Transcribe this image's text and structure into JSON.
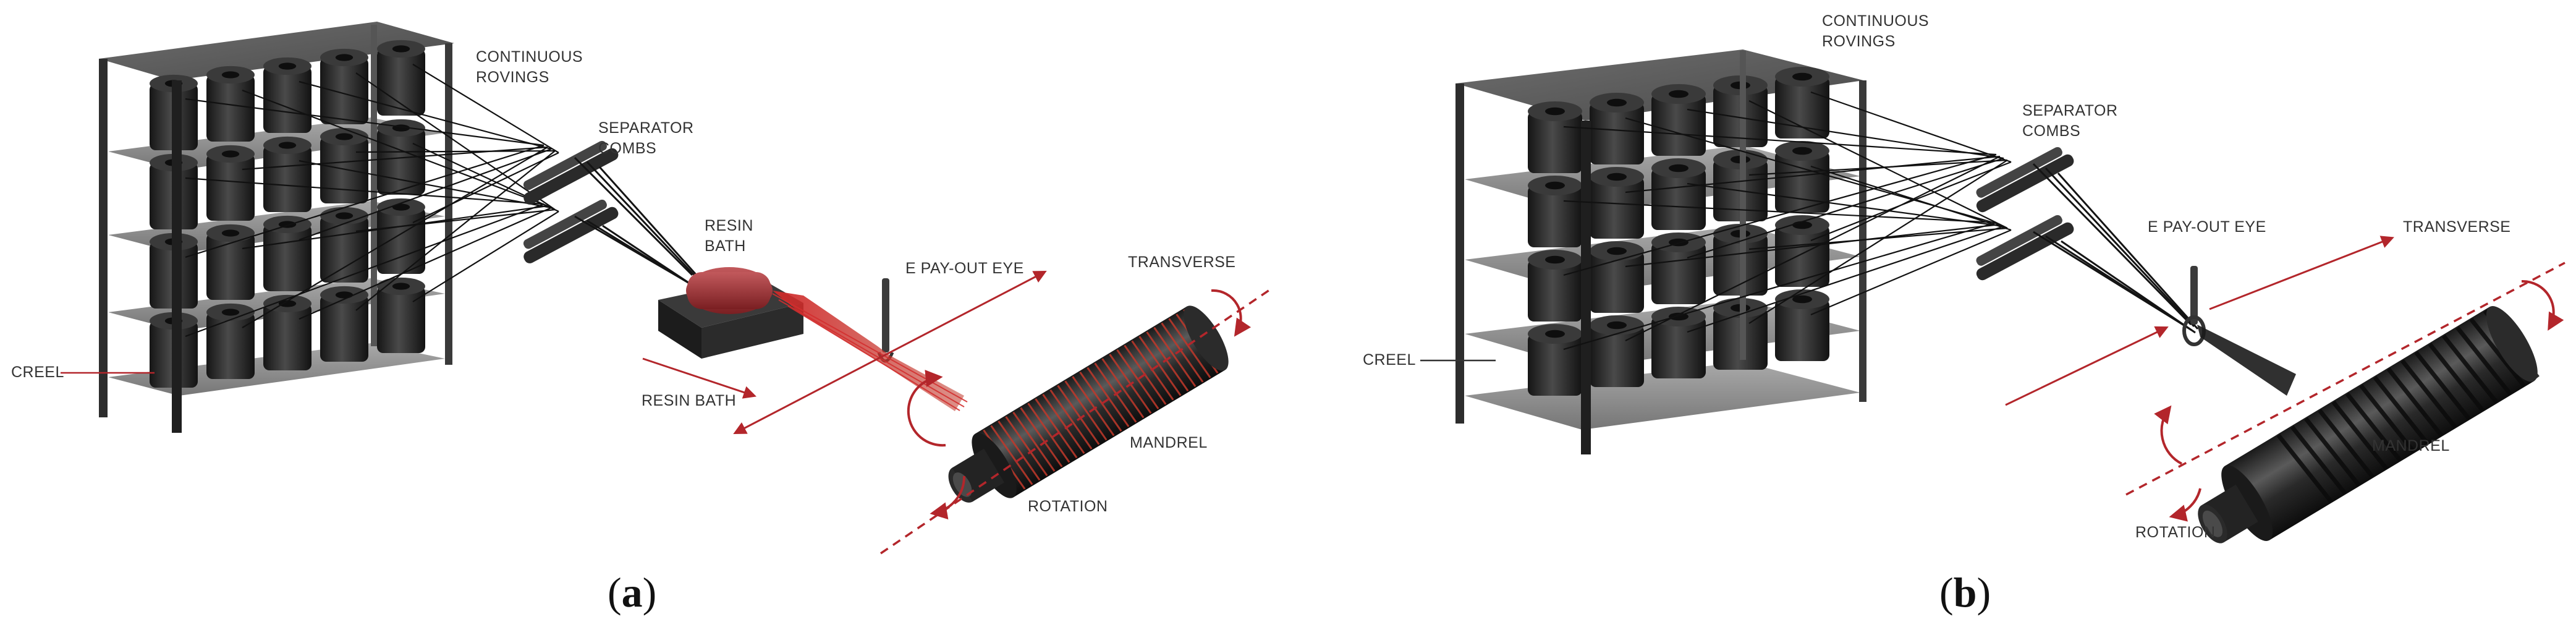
{
  "panel_a": {
    "labels": {
      "rovings_1": "CONTINUOUS",
      "rovings_2": "ROVINGS",
      "combs_1": "SEPARATOR",
      "combs_2": "COMBS",
      "resin_1": "RESIN",
      "resin_2": "BATH",
      "payout": "E PAY-OUT EYE",
      "transverse": "TRANSVERSE",
      "creel": "CREEL",
      "resin_bath": "RESIN BATH",
      "mandrel": "MANDREL",
      "rotation": "ROTATION"
    },
    "caption": {
      "open": "(",
      "letter": "a",
      "close": ")"
    }
  },
  "panel_b": {
    "labels": {
      "rovings_1": "CONTINUOUS",
      "rovings_2": "ROVINGS",
      "combs_1": "SEPARATOR",
      "combs_2": "COMBS",
      "payout": "E PAY-OUT EYE",
      "transverse": "TRANSVERSE",
      "creel": "CREEL",
      "mandrel": "MANDREL",
      "rotation": "ROTATION"
    },
    "caption": {
      "open": "(",
      "letter": "b",
      "close": ")"
    }
  },
  "colors": {
    "accent_red": "#b3262b",
    "fiber_red": "#c0392b",
    "spool": "#2b2b2b",
    "frame": "#3a3a3a",
    "shelf": "#7a7a7a"
  }
}
